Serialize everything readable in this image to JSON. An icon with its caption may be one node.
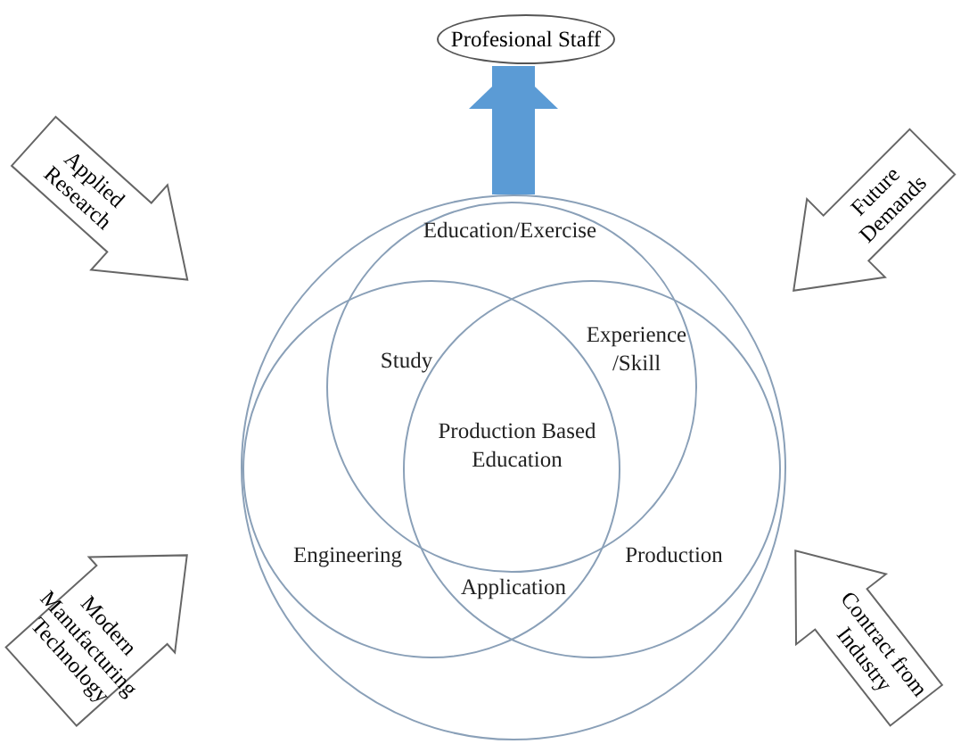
{
  "diagram": {
    "nodes": [
      {
        "text": [
          "Profesional Staff"
        ]
      },
      {
        "text": [
          "Applied Research"
        ]
      },
      {
        "text": [
          "Future Demands"
        ]
      },
      {
        "text": [
          "Modern Manufacturing Technology"
        ]
      },
      {
        "text": [
          "Contract from Industry"
        ]
      },
      {
        "text": [],
        "shape": "circle"
      },
      {
        "text": [],
        "shape": "circle",
        "in": 5
      },
      {
        "text": [],
        "shape": "circle",
        "in": 5
      },
      {
        "text": [],
        "shape": "circle",
        "in": 5
      }
    ],
    "edges": [
      {
        "from": 5,
        "to": 0,
        "arrow": "to",
        "color": "#5b9bd5"
      }
    ],
    "labels": [
      "Education/Exercise",
      "Study",
      "Experience /Skill",
      "Production Based Education",
      "Engineering",
      "Application",
      "Production"
    ]
  }
}
